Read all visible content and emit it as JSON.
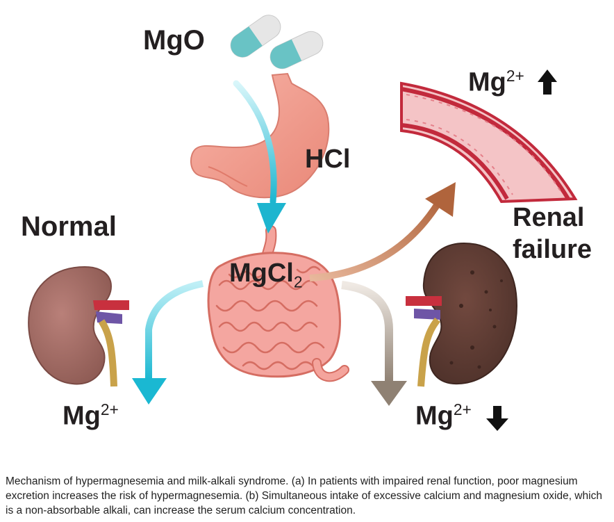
{
  "labels": {
    "mgo": "MgO",
    "hcl": "HCl",
    "mgcl2_base": "MgCl",
    "mgcl2_sub": "2",
    "normal": "Normal",
    "renal_failure_line1": "Renal",
    "renal_failure_line2": "failure",
    "mg_base": "Mg",
    "mg_charge": "2+"
  },
  "caption": "Mechanism of hypermagnesemia and milk-alkali syndrome. (a) In patients with impaired renal function, poor magnesium excretion increases the risk of hypermagnesemia. (b) Simultaneous intake of excessive calcium and magnesium oxide, which is a non-absorbable alkali, can increase the serum calcium concentration.",
  "icons": {
    "pill": "capsule-icon",
    "stomach": "stomach-icon",
    "intestine": "intestine-icon",
    "kidney_normal": "kidney-icon",
    "kidney_failure": "diseased-kidney-icon",
    "vessel": "blood-vessel-icon",
    "up_arrow": "up-arrow-icon",
    "down_arrow": "down-arrow-icon"
  },
  "colors": {
    "capsule_cyan": "#6cc4c6",
    "capsule_grey": "#e3e3e3",
    "stomach": "#f2a195",
    "intestine": "#f4a6a0",
    "kidney_normal": "#a26a63",
    "kidney_failure": "#5b3b33",
    "cyan_arrow": "#1fb9d2",
    "brown_arrow": "#b86b45",
    "grey_arrow": "#9b8d80",
    "vessel_wall": "#c22a3c",
    "vessel_inner": "#f4c2c6"
  }
}
